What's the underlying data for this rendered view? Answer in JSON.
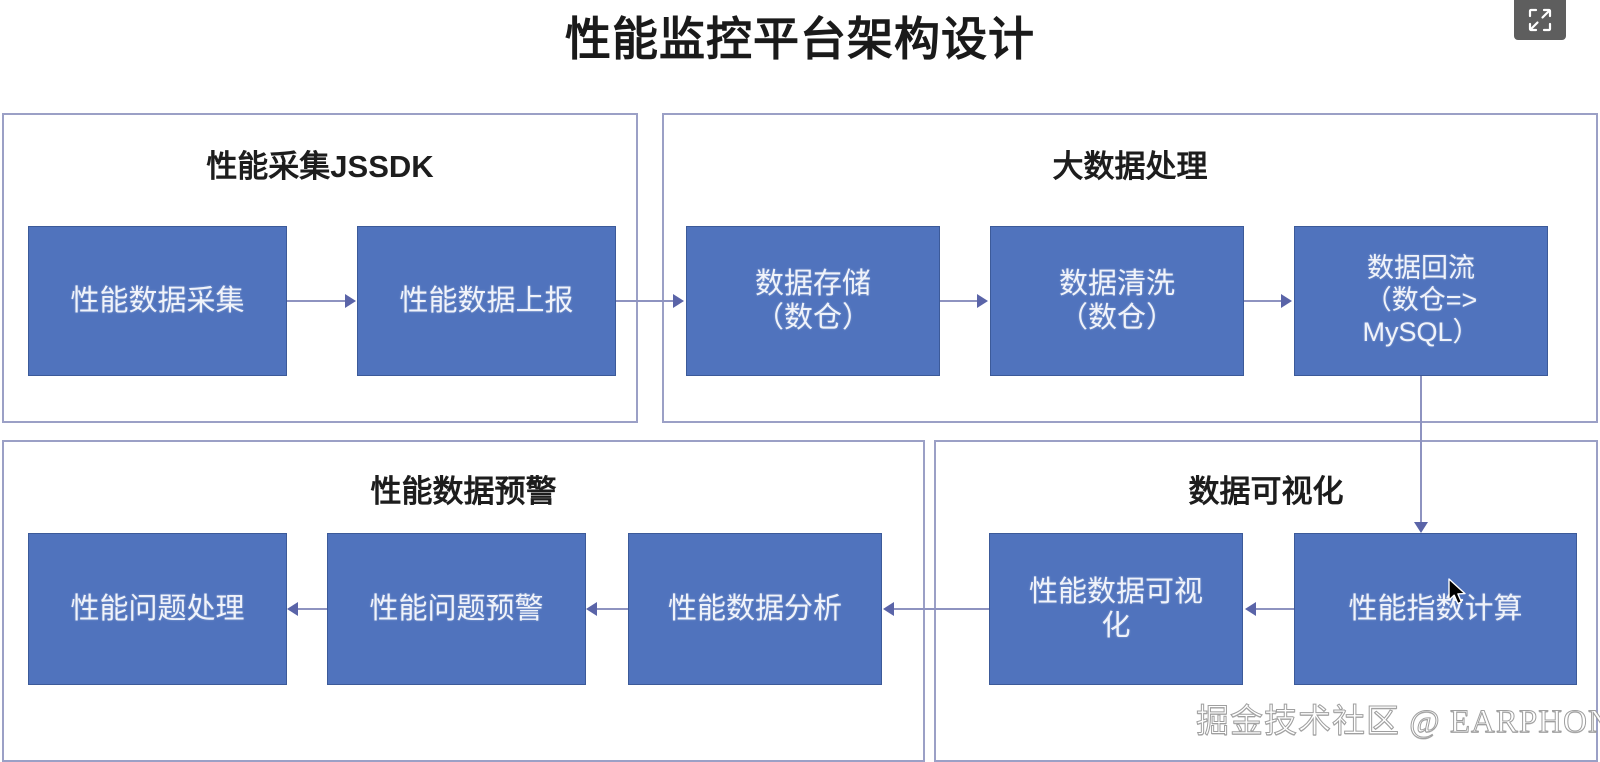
{
  "page": {
    "title": "性能监控平台架构设计",
    "watermark": "掘金技术社区 @ EARPHONE",
    "background_color": "#ffffff",
    "node_fill_color": "#5073bd",
    "panel_border_color": "#9ba0c6",
    "connector_color": "#8e93c0"
  },
  "fullscreen_button": {
    "icon": "fullscreen-expand-icon",
    "background_color": "#5e5e5e"
  },
  "panels": [
    {
      "id": "collect",
      "title": "性能采集JSSDK",
      "nodes": [
        {
          "id": "collect-1",
          "label": "性能数据采集"
        },
        {
          "id": "collect-2",
          "label": "性能数据上报"
        }
      ]
    },
    {
      "id": "bigdata",
      "title": "大数据处理",
      "nodes": [
        {
          "id": "bigdata-1",
          "label": "数据存储\n（数仓）"
        },
        {
          "id": "bigdata-2",
          "label": "数据清洗\n（数仓）"
        },
        {
          "id": "bigdata-3",
          "label": "数据回流\n（数仓=>\nMySQL）"
        }
      ]
    },
    {
      "id": "alert",
      "title": "性能数据预警",
      "nodes": [
        {
          "id": "alert-1",
          "label": "性能问题处理"
        },
        {
          "id": "alert-2",
          "label": "性能问题预警"
        },
        {
          "id": "alert-3",
          "label": "性能数据分析"
        }
      ]
    },
    {
      "id": "visual",
      "title": "数据可视化",
      "nodes": [
        {
          "id": "visual-1",
          "label": "性能数据可视\n化"
        },
        {
          "id": "visual-2",
          "label": "性能指数计算"
        }
      ]
    }
  ],
  "flow_edges": [
    {
      "from": "性能数据采集",
      "to": "性能数据上报",
      "direction": "right"
    },
    {
      "from": "性能数据上报",
      "to": "数据存储（数仓）",
      "direction": "right"
    },
    {
      "from": "数据存储（数仓）",
      "to": "数据清洗（数仓）",
      "direction": "right"
    },
    {
      "from": "数据清洗（数仓）",
      "to": "数据回流（数仓=>MySQL）",
      "direction": "right"
    },
    {
      "from": "数据回流（数仓=>MySQL）",
      "to": "性能指数计算",
      "direction": "down"
    },
    {
      "from": "性能指数计算",
      "to": "性能数据可视化",
      "direction": "left"
    },
    {
      "from": "性能数据可视化",
      "to": "性能数据分析",
      "direction": "left"
    },
    {
      "from": "性能数据分析",
      "to": "性能问题预警",
      "direction": "left"
    },
    {
      "from": "性能问题预警",
      "to": "性能问题处理",
      "direction": "left"
    }
  ]
}
